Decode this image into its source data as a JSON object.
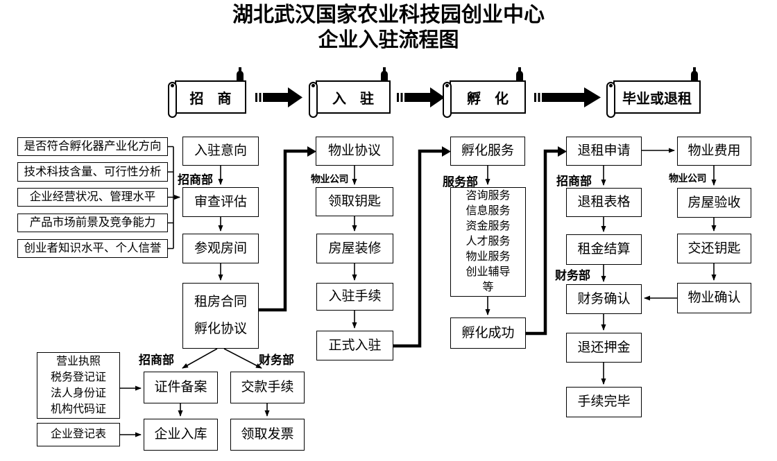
{
  "title": {
    "line1": "湖北武汉国家农业科技园创业中心",
    "line2": "企业入驻流程图"
  },
  "banners": {
    "investment": "招　商",
    "movein": "入　驻",
    "incubation": "孵　化",
    "graduation": "毕业或退租"
  },
  "criteria": [
    "是否符合孵化器产业化方向",
    "技术科技含量、可行性分析",
    "企业经营状况、管理水平",
    "产品市场前景及竞争能力",
    "创业者知识水平、个人信誉"
  ],
  "attract": {
    "dept": "招商部",
    "intent": "入驻意向",
    "review": "审查评估",
    "visit": "参观房间",
    "contract_line1": "租房合同",
    "contract_line2": "孵化协议",
    "docs": [
      "营业执照",
      "税务登记证",
      "法人身份证",
      "机构代码证"
    ],
    "reg_form": "企业登记表",
    "filing_dept": "招商部",
    "finance_dept": "财务部",
    "filing": "证件备案",
    "warehouse": "企业入库",
    "payment": "交款手续",
    "invoice": "领取发票"
  },
  "movein": {
    "dept": "物业公司",
    "agreement": "物业协议",
    "keys": "领取钥匙",
    "decoration": "房屋装修",
    "procedure": "入驻手续",
    "official": "正式入驻"
  },
  "incubation": {
    "dept": "服务部",
    "service": "孵化服务",
    "services": [
      "咨询服务",
      "信息服务",
      "资金服务",
      "人才服务",
      "物业服务",
      "创业辅导",
      "等"
    ],
    "success": "孵化成功"
  },
  "exit": {
    "dept": "招商部",
    "apply": "退租申请",
    "form": "退租表格",
    "settle": "租金结算",
    "finance_dept": "财务部",
    "finance_confirm": "财务确认",
    "deposit": "退还押金",
    "complete": "手续完毕"
  },
  "property": {
    "dept": "物业公司",
    "fee": "物业费用",
    "inspect": "房屋验收",
    "return_keys": "交还钥匙",
    "confirm": "物业确认"
  },
  "colors": {
    "ink": "#000000",
    "background": "#ffffff"
  }
}
